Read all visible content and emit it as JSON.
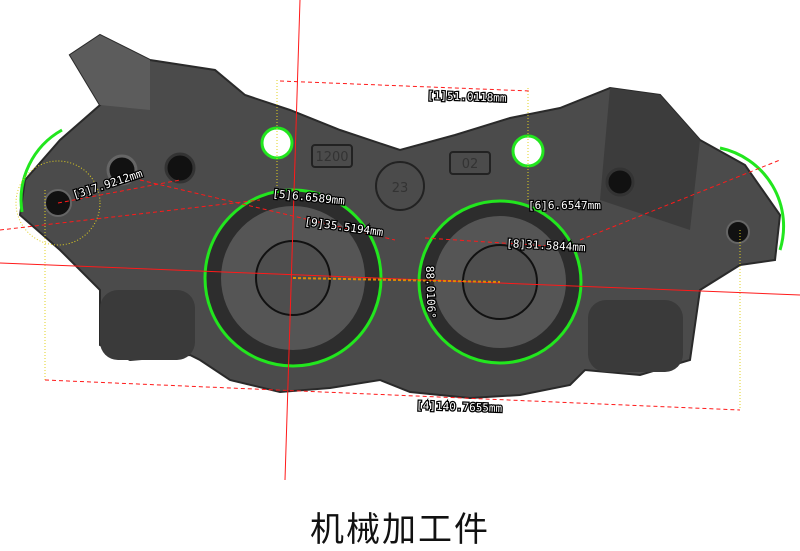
{
  "measurements": {
    "m1": "[1]51.0118mm",
    "m3": "[3]7.9212mm",
    "m4": "[4]140.7655mm",
    "m5": "[5]6.6589mm",
    "m6": "[6]6.6547mm",
    "m8": "[8]31.5844mm",
    "m9": "[9]35.5194mm",
    "angle": "88.0106°"
  },
  "part_markings": {
    "left": "1200",
    "right": "02",
    "center": "23"
  },
  "caption": "机械加工件",
  "colors": {
    "fit_circle": "#22e61e",
    "measure_line": "#ff1a1a",
    "guide": "#e0d020",
    "part": "#4a4a4a"
  }
}
